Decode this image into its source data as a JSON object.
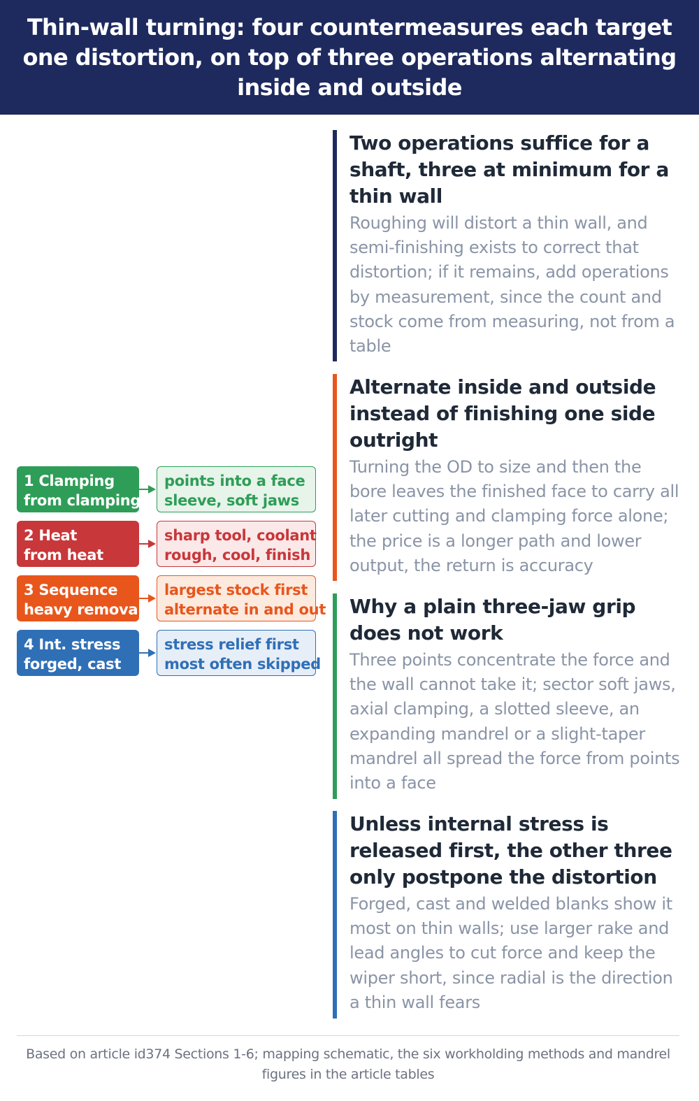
{
  "header": {
    "title": "Thin-wall turning: four countermeasures each target one distortion, on top of three operations alternating inside and outside"
  },
  "colors": {
    "header_bg": "#1e2a5e",
    "green": "#2e9d57",
    "red": "#c8373a",
    "orange": "#e8561c",
    "blue": "#2f6fb6"
  },
  "mapping": [
    {
      "source_line1": "1 Clamping",
      "source_line2": "from clamping",
      "target_line1": "points into a face",
      "target_line2": "sleeve, soft jaws",
      "color": "#2e9d57",
      "tint": "#e6f4ea"
    },
    {
      "source_line1": "2 Heat",
      "source_line2": "from heat",
      "target_line1": "sharp tool, coolant",
      "target_line2": "rough, cool, finish",
      "color": "#c8373a",
      "tint": "#fbe8e8"
    },
    {
      "source_line1": "3 Sequence",
      "source_line2": "heavy removal",
      "target_line1": "largest stock first",
      "target_line2": "alternate in and out",
      "color": "#e8561c",
      "tint": "#fdeadf"
    },
    {
      "source_line1": "4 Int. stress",
      "source_line2": "forged, cast",
      "target_line1": "stress relief first",
      "target_line2": "most often skipped",
      "color": "#2f6fb6",
      "tint": "#e6eef8"
    }
  ],
  "sections": [
    {
      "heading": "Two operations suffice for a shaft, three at minimum for a thin wall",
      "body": "Roughing will distort a thin wall, and semi-finishing exists to correct that distortion; if it remains, add operations by measurement, since the count and stock come from measuring, not from a table",
      "color": "#1e2a5e"
    },
    {
      "heading": "Alternate inside and outside instead of finishing one side outright",
      "body": "Turning the OD to size and then the bore leaves the finished face to carry all later cutting and clamping force alone; the price is a longer path and lower output, the return is accuracy",
      "color": "#e8561c"
    },
    {
      "heading": "Why a plain three-jaw grip does not work",
      "body": "Three points concentrate the force and the wall cannot take it; sector soft jaws, axial clamping, a slotted sleeve, an expanding mandrel or a slight-taper mandrel all spread the force from points into a face",
      "color": "#2e9d57"
    },
    {
      "heading": "Unless internal stress is released first, the other three only postpone the distortion",
      "body": "Forged, cast and welded blanks show it most on thin walls; use larger rake and lead angles to cut force and keep the wiper short, since radial is the direction a thin wall fears",
      "color": "#2f6fb6"
    }
  ],
  "footer": {
    "text": "Based on article id374 Sections 1-6; mapping schematic, the six workholding methods and mandrel figures in the article tables"
  }
}
